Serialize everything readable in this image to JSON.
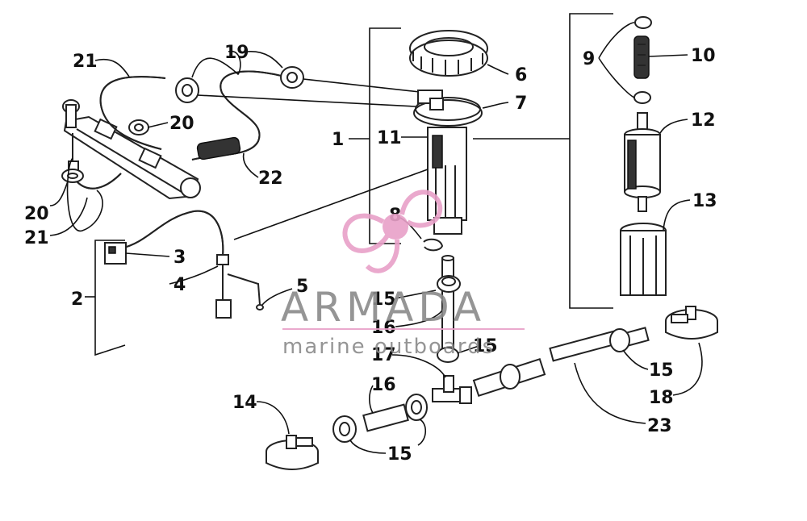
{
  "watermark": {
    "brand": "ARMADA",
    "tagline": "marine outboards",
    "colors": {
      "logo": "#e8a0c8",
      "text": "#8a8a8a",
      "rule": "#e8a0c8"
    }
  },
  "callouts": [
    {
      "id": "c1",
      "text": "1"
    },
    {
      "id": "c2",
      "text": "2"
    },
    {
      "id": "c3",
      "text": "3"
    },
    {
      "id": "c4",
      "text": "4"
    },
    {
      "id": "c5",
      "text": "5"
    },
    {
      "id": "c6",
      "text": "6"
    },
    {
      "id": "c7",
      "text": "7"
    },
    {
      "id": "c8",
      "text": "8"
    },
    {
      "id": "c9",
      "text": "9"
    },
    {
      "id": "c10",
      "text": "10"
    },
    {
      "id": "c11",
      "text": "11"
    },
    {
      "id": "c12",
      "text": "12"
    },
    {
      "id": "c13",
      "text": "13"
    },
    {
      "id": "c14",
      "text": "14"
    },
    {
      "id": "c15a",
      "text": "15"
    },
    {
      "id": "c15b",
      "text": "15"
    },
    {
      "id": "c15c",
      "text": "15"
    },
    {
      "id": "c15d",
      "text": "15"
    },
    {
      "id": "c16a",
      "text": "16"
    },
    {
      "id": "c16b",
      "text": "16"
    },
    {
      "id": "c17",
      "text": "17"
    },
    {
      "id": "c18",
      "text": "18"
    },
    {
      "id": "c19",
      "text": "19"
    },
    {
      "id": "c20a",
      "text": "20"
    },
    {
      "id": "c20b",
      "text": "20"
    },
    {
      "id": "c21a",
      "text": "21"
    },
    {
      "id": "c21b",
      "text": "21"
    },
    {
      "id": "c22",
      "text": "22"
    },
    {
      "id": "c23",
      "text": "23"
    }
  ]
}
